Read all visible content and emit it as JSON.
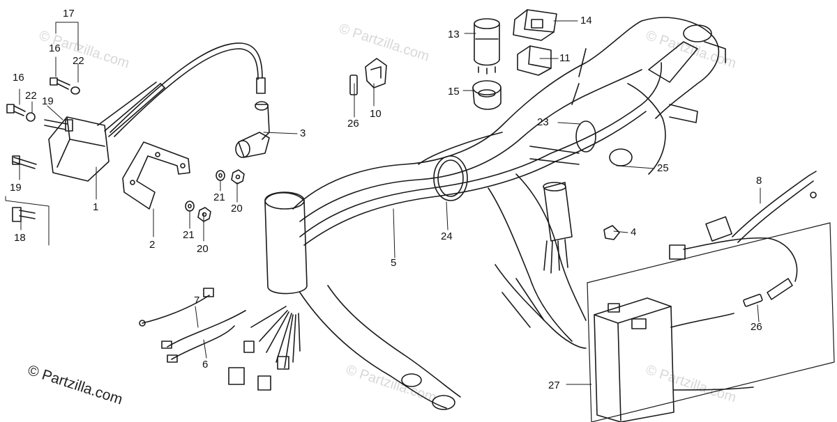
{
  "watermark": "© Partzilla.com",
  "credit": "© Partzilla.com",
  "callouts": [
    {
      "label": "17"
    },
    {
      "label": "16"
    },
    {
      "label": "22"
    },
    {
      "label": "16"
    },
    {
      "label": "22"
    },
    {
      "label": "19"
    },
    {
      "label": "19"
    },
    {
      "label": "18"
    },
    {
      "label": "1"
    },
    {
      "label": "2"
    },
    {
      "label": "3"
    },
    {
      "label": "21"
    },
    {
      "label": "20"
    },
    {
      "label": "21"
    },
    {
      "label": "20"
    },
    {
      "label": "26"
    },
    {
      "label": "10"
    },
    {
      "label": "13"
    },
    {
      "label": "14"
    },
    {
      "label": "11"
    },
    {
      "label": "15"
    },
    {
      "label": "23"
    },
    {
      "label": "25"
    },
    {
      "label": "24"
    },
    {
      "label": "5"
    },
    {
      "label": "4"
    },
    {
      "label": "8"
    },
    {
      "label": "7"
    },
    {
      "label": "6"
    },
    {
      "label": "26"
    },
    {
      "label": "27"
    }
  ]
}
